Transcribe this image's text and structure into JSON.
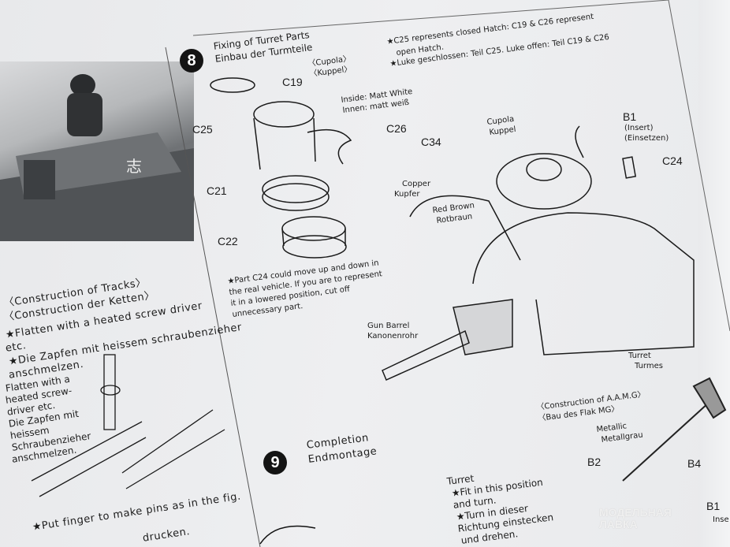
{
  "step8": {
    "number": "8",
    "title_en": "Fixing of Turret Parts",
    "title_de": "Einbau der Turmteile",
    "cupola_note": "〈Cupola〉",
    "kuppel_note": "〈Kuppel〉",
    "note_en_1": "★C25 represents closed Hatch: C19 & C26 represent",
    "note_en_2": "open Hatch.",
    "note_de": "★Luke geschlossen: Teil C25.  Luke offen: Teil C19 & C26",
    "inside_en": "Inside: Matt White",
    "inside_de": "Innen: matt weiß",
    "parts": [
      "C19",
      "C25",
      "C26",
      "C21",
      "C22",
      "C34",
      "B1",
      "C24"
    ],
    "insert_en": "(Insert)",
    "insert_de": "(Einsetzen)",
    "cupola_label": "Cupola",
    "kuppel_label": "Kuppel",
    "copper_en": "Copper",
    "copper_de": "Kupfer",
    "redbrown_en": "Red Brown",
    "redbrown_de": "Rotbraun",
    "gun_en": "Gun Barrel",
    "gun_de": "Kanonenrohr",
    "turret_en": "Turret",
    "turret_de": "Turmes",
    "c24_note": [
      "★Part C24 could move up and down in",
      "the real vehicle. If you are to represent",
      "it in a lowered position, cut off",
      "unnecessary part."
    ]
  },
  "tracks": {
    "title_en": "〈Construction of Tracks〉",
    "title_de": "〈Construction der Ketten〉",
    "lines": [
      "★Flatten with a heated screw driver",
      "etc.",
      "★Die Zapfen mit heissem schraubenzieher",
      "anschmelzen."
    ],
    "callout": [
      "Flatten with a",
      "heated screw-",
      "driver etc.",
      "Die Zapfen mit",
      "heissem",
      "Schraubenzieher",
      "anschmelzen."
    ],
    "finger_en": "★Put finger to make pins as in the fig.",
    "finger_de": "drucken."
  },
  "step9": {
    "number": "9",
    "title_en": "Completion",
    "title_de": "Endmontage",
    "turret_lines": [
      "Turret",
      "★Fit in this position",
      "and turn.",
      "★Turn in dieser",
      "Richtung einstecken",
      "und drehen."
    ]
  },
  "aamg": {
    "title_en": "〈Construction of A.A.M.G〉",
    "title_de": "〈Bau des Flak MG〉",
    "metallic_en": "Metallic",
    "metallic_de": "Metallgrau",
    "parts": [
      "B2",
      "B4",
      "B1"
    ],
    "b1_sub": "Inse"
  },
  "watermark": [
    "МОДЕЛЬНАЯ",
    "ЛАВКА"
  ]
}
